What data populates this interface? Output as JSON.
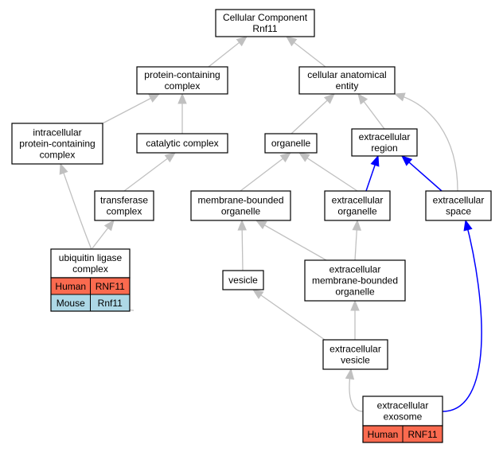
{
  "nodes": {
    "cc": {
      "lines": [
        "Cellular Component",
        "Rnf11"
      ]
    },
    "pcc": {
      "lines": [
        "protein-containing",
        "complex"
      ]
    },
    "cae": {
      "lines": [
        "cellular anatomical",
        "entity"
      ]
    },
    "ipcc": {
      "lines": [
        "intracellular",
        "protein-containing",
        "complex"
      ]
    },
    "catc": {
      "lines": [
        "catalytic complex"
      ]
    },
    "org": {
      "lines": [
        "organelle"
      ]
    },
    "exr": {
      "lines": [
        "extracellular",
        "region"
      ]
    },
    "trc": {
      "lines": [
        "transferase",
        "complex"
      ]
    },
    "mbo": {
      "lines": [
        "membrane-bounded",
        "organelle"
      ]
    },
    "exo": {
      "lines": [
        "extracellular",
        "organelle"
      ]
    },
    "exs": {
      "lines": [
        "extracellular",
        "space"
      ]
    },
    "ulc": {
      "lines": [
        "ubiquitin ligase",
        "complex"
      ]
    },
    "ves": {
      "lines": [
        "vesicle"
      ]
    },
    "emo": {
      "lines": [
        "extracellular",
        "membrane-bounded",
        "organelle"
      ]
    },
    "exv": {
      "lines": [
        "extracellular",
        "vesicle"
      ]
    },
    "exm": {
      "lines": [
        "extracellular",
        "exosome"
      ]
    }
  },
  "annotations": {
    "ulc": [
      {
        "species": "Human",
        "gene": "RNF11"
      },
      {
        "species": "Mouse",
        "gene": "Rnf11"
      }
    ],
    "exm": [
      {
        "species": "Human",
        "gene": "RNF11"
      }
    ]
  },
  "colors": {
    "human": "#fa6a4f",
    "mouse": "#add8e6",
    "edge_default": "#c0c0c0",
    "edge_highlight": "#0000ff"
  }
}
